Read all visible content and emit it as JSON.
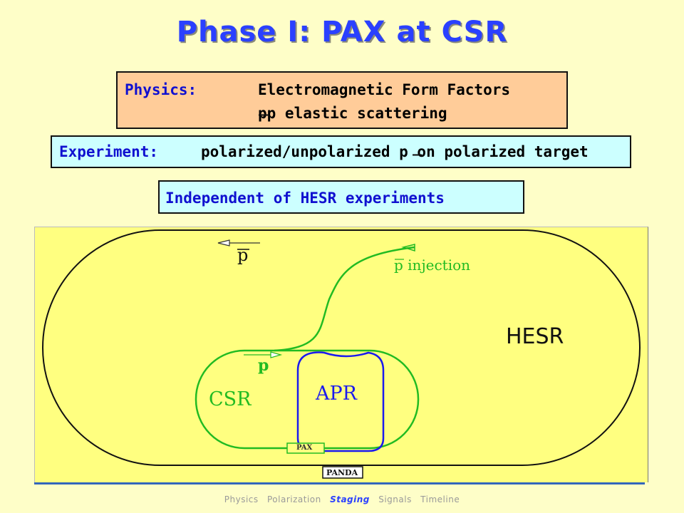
{
  "title": "Phase I: PAX at CSR",
  "physics": {
    "label": "Physics:",
    "lines": [
      "Electromagnetic Form Factors",
      "pp elastic scattering"
    ]
  },
  "experiment": {
    "label": "Experiment:",
    "text": "polarized/unpolarized p on polarized target"
  },
  "independent": "Independent of HESR experiments",
  "diagram": {
    "hesr": "HESR",
    "csr": "CSR",
    "apr": "APR",
    "pbar_top": "p",
    "p_label": "p",
    "injection": "p injection",
    "pax": "PAX",
    "panda": "PANDA"
  },
  "nav": [
    "Physics",
    "Polarization",
    "Staging",
    "Signals",
    "Timeline"
  ],
  "nav_active": "Staging",
  "colors": {
    "title": "#2a40ff",
    "physics_bg": "#ffcc99",
    "info_bg": "#ccffff",
    "diagram_bg": "#ffff80",
    "page_bg": "#fefec8",
    "csr_ring": "#22bb22",
    "apr_ring": "#1a1aee"
  }
}
